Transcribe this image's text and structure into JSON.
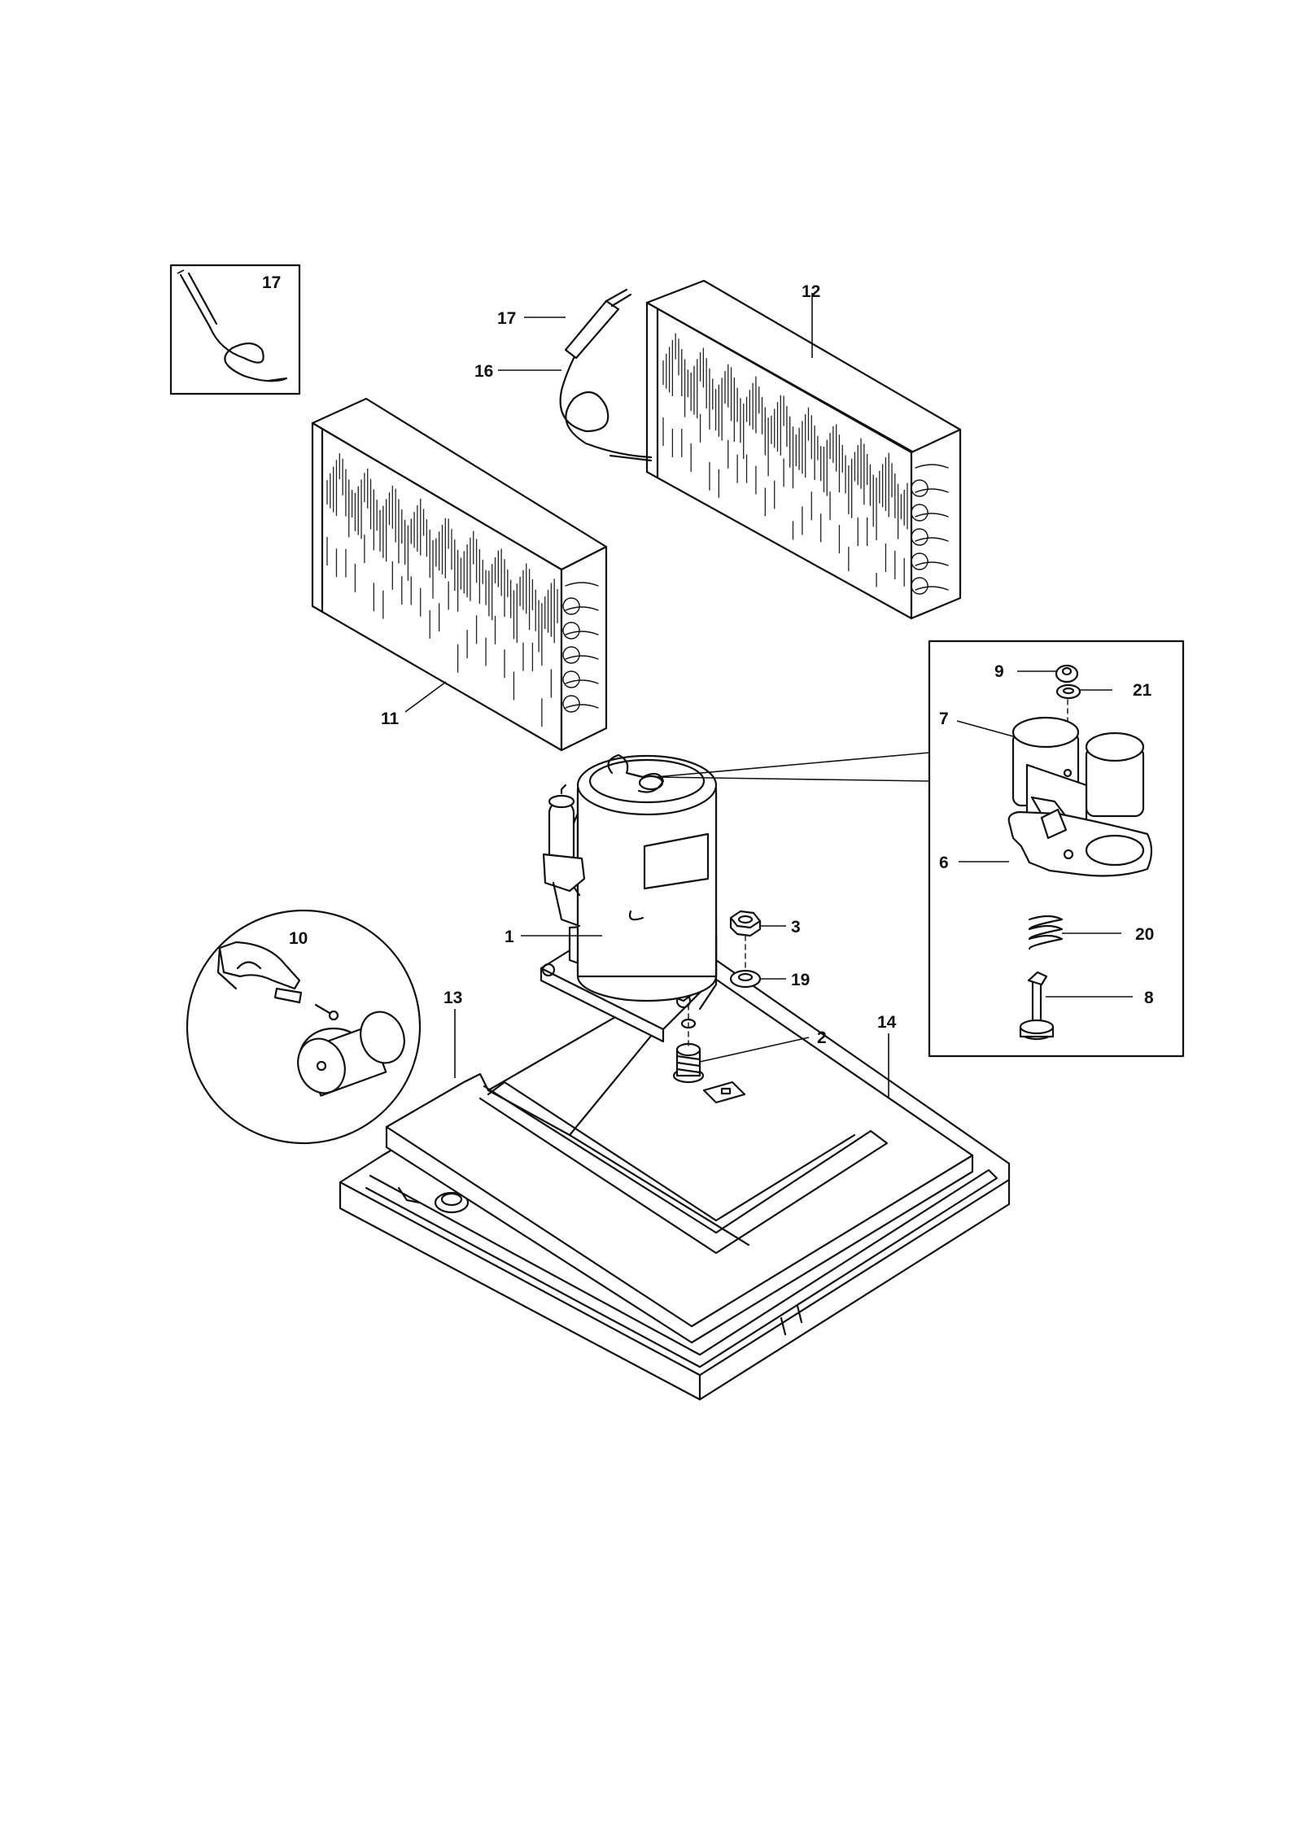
{
  "callouts": {
    "c1": "1",
    "c2": "2",
    "c3": "3",
    "c6": "6",
    "c7": "7",
    "c8": "8",
    "c9": "9",
    "c10": "10",
    "c11": "11",
    "c12": "12",
    "c13": "13",
    "c14": "14",
    "c16": "16",
    "c17_inset": "17",
    "c17": "17",
    "c19": "19",
    "c20": "20",
    "c21": "21"
  }
}
